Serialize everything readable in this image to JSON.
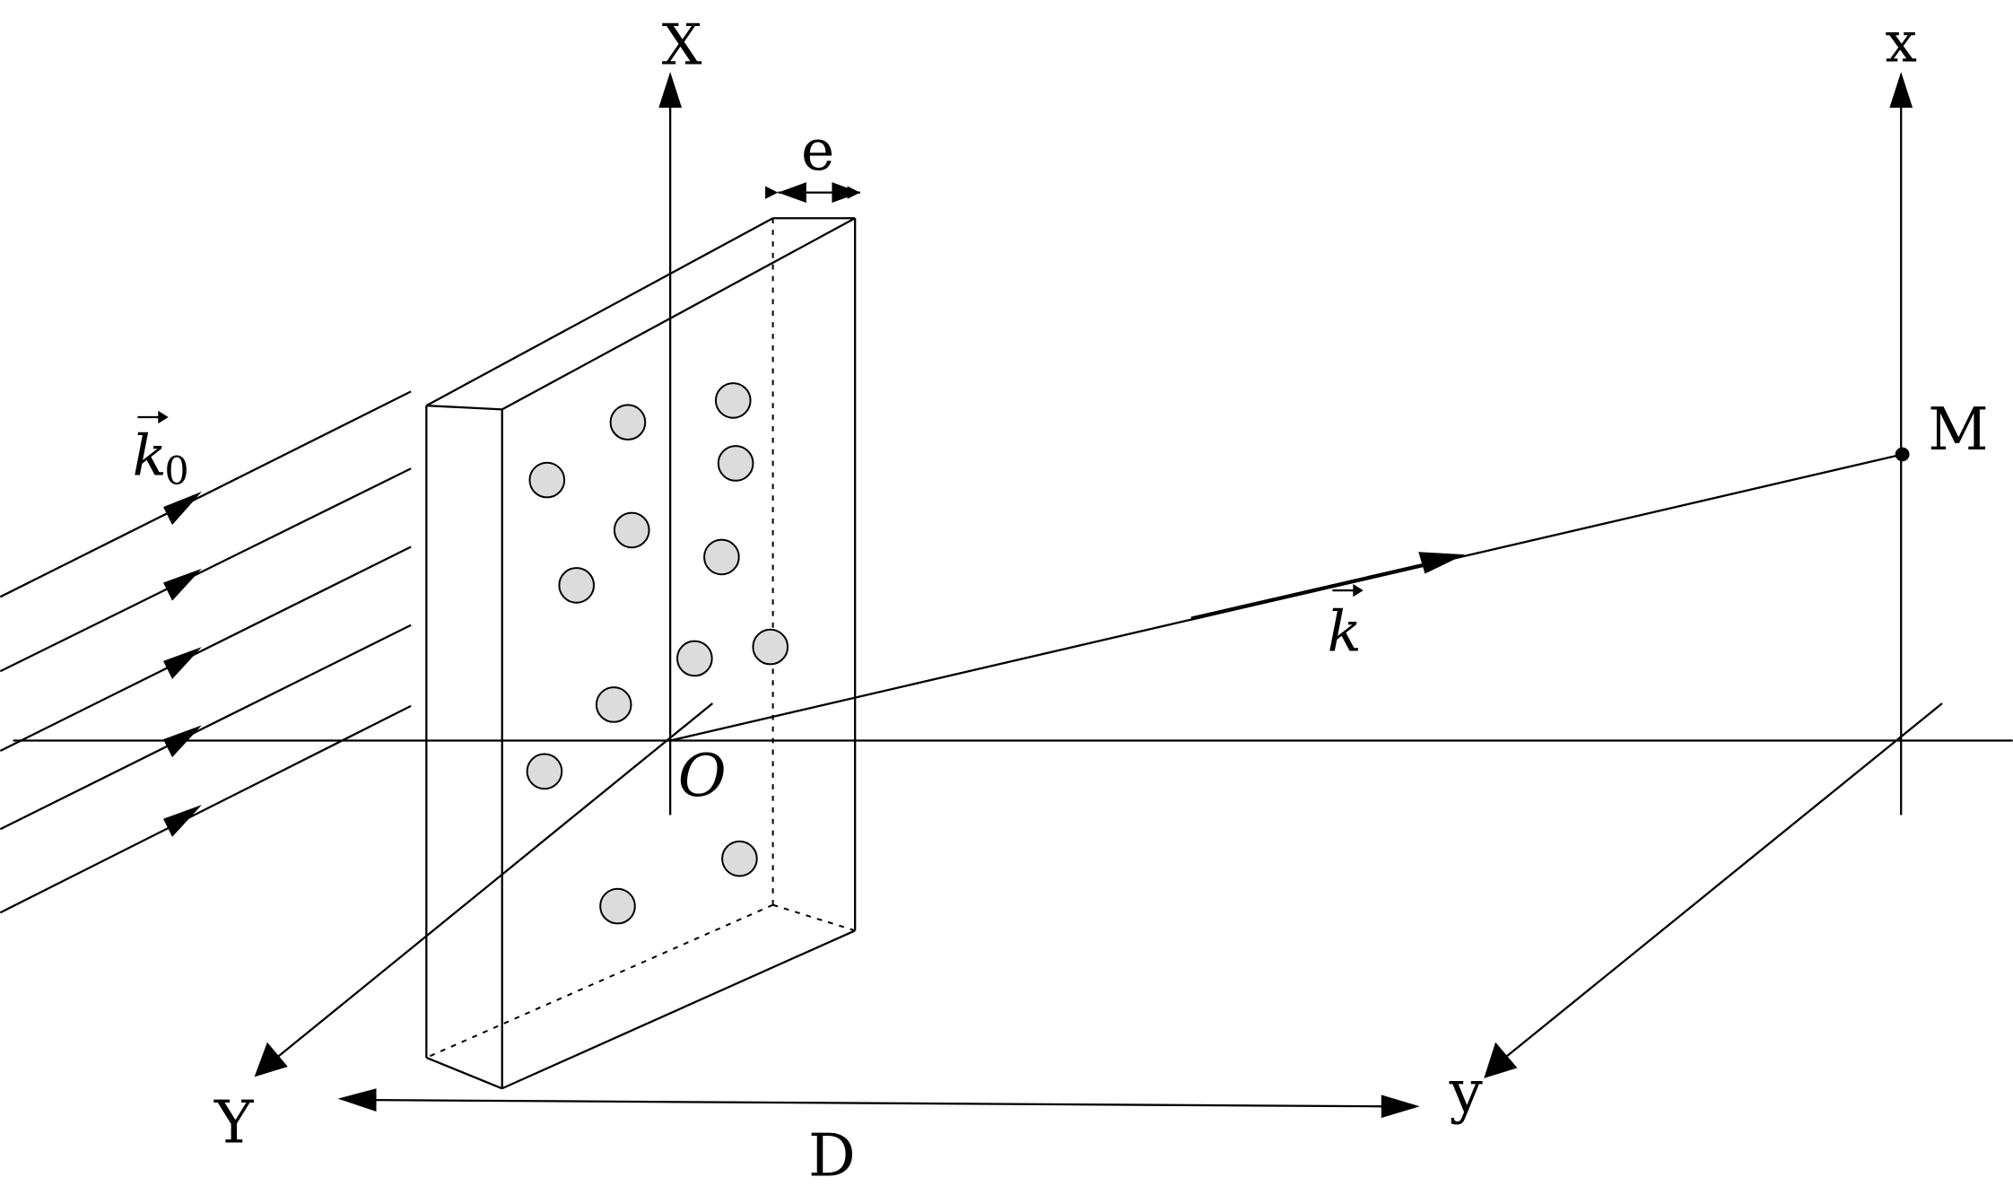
{
  "labels": {
    "X": "X",
    "Y": "Y",
    "x": "x",
    "y": "y",
    "O": "O",
    "M": "M",
    "D": "D",
    "e": "e",
    "k0_main": "k",
    "k0_sub": "0",
    "k": "k"
  },
  "colors": {
    "stroke": "#000000",
    "particle_fill": "#dcdcdc"
  },
  "icons": {
    "vector_arrow": "vector-arrow-icon",
    "particle": "circle-particle-icon"
  }
}
